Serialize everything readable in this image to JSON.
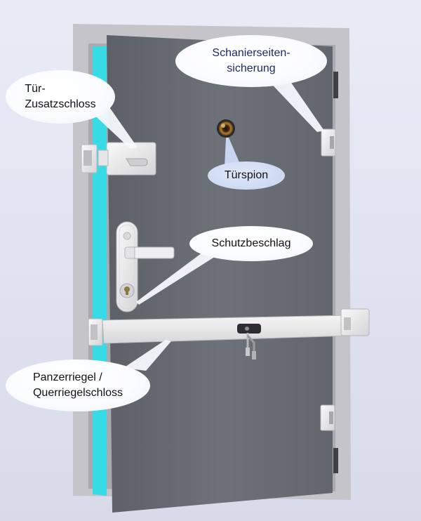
{
  "callouts": {
    "hinge_guard": {
      "line1": "Schanierseiten-",
      "line2": "sicherung"
    },
    "additional_lock": {
      "line1": "Tür-",
      "line2": "Zusatzschloss"
    },
    "door_viewer": {
      "label": "Türspion"
    },
    "security_fitting": {
      "label": "Schutzbeschlag"
    },
    "crossbar_lock": {
      "line1": "Panzerriegel /",
      "line2": "Querriegelschloss"
    }
  },
  "colors": {
    "door_panel": "#6a6e75",
    "frame": "#c4c4c8",
    "reveal": "#35dbe6",
    "hardware": "#ebebeb",
    "label_navy": "#1d2a6b",
    "label_blue_bubble": "#c6d4ef"
  }
}
